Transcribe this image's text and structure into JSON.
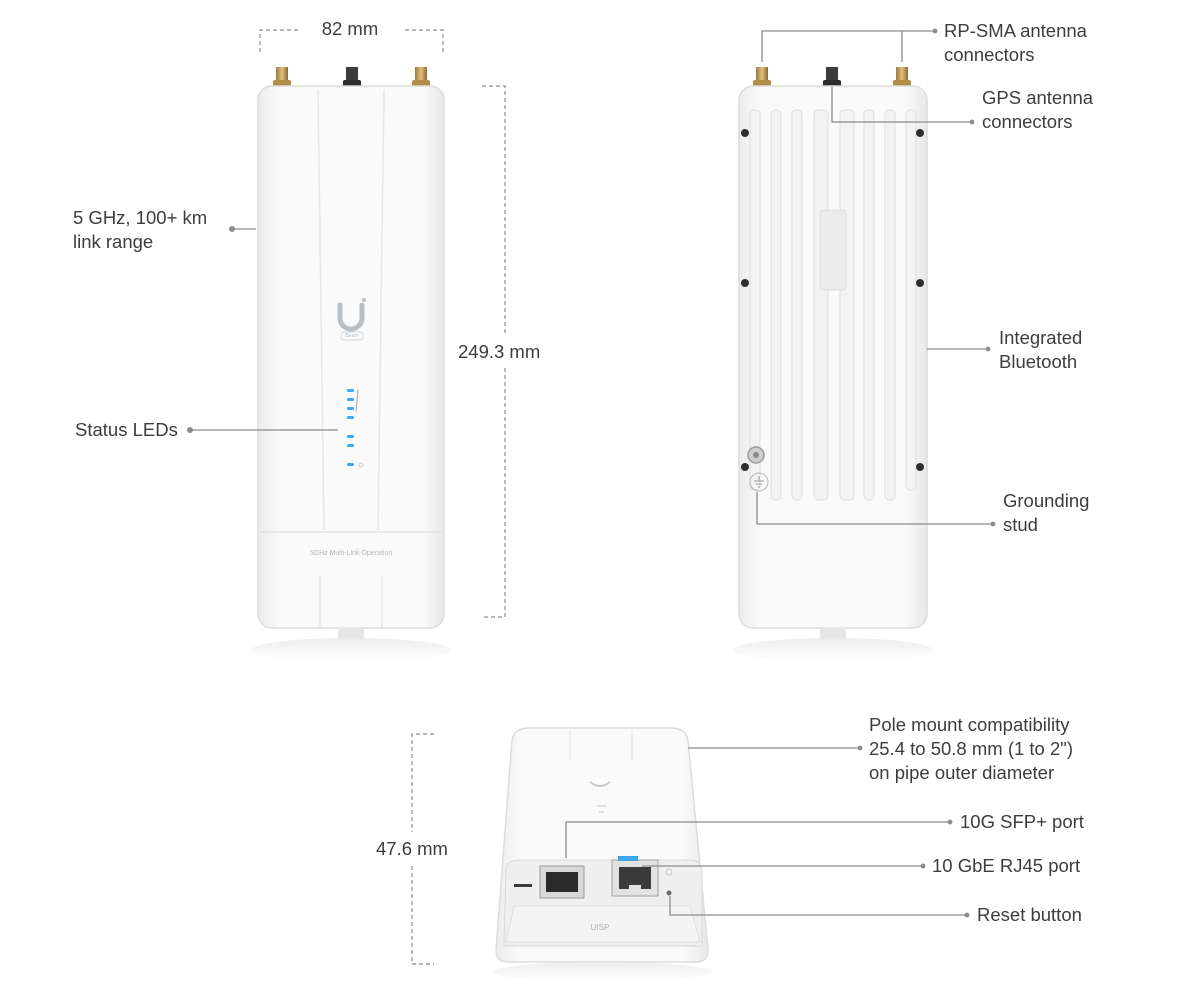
{
  "dimensions": {
    "width": "82 mm",
    "height": "249.3 mm",
    "depth": "47.6 mm"
  },
  "callouts": {
    "link_range": [
      "5 GHz, 100+ km",
      "link range"
    ],
    "status_leds": [
      "Status LEDs"
    ],
    "rp_sma": [
      "RP-SMA antenna",
      "connectors"
    ],
    "gps": [
      "GPS antenna",
      "connectors"
    ],
    "bluetooth": [
      "Integrated",
      "Bluetooth"
    ],
    "grounding": [
      "Grounding",
      "stud"
    ],
    "pole_mount": [
      "Pole mount compatibility",
      "25.4 to 50.8 mm (1 to 2\")",
      "on pipe outer diameter"
    ],
    "sfp_port": [
      "10G SFP+ port"
    ],
    "rj45_port": [
      "10 GbE RJ45 port"
    ],
    "reset": [
      "Reset button"
    ]
  },
  "device": {
    "front_label": "5GHz Multi-Link Operation",
    "logo_badge": "Beam",
    "bottom_logo": "UISP"
  },
  "colors": {
    "led": "#3aa7f0",
    "connector_gold": "#c9a45c",
    "connector_dark": "#3b3b3b",
    "leader": "#8c8c8c",
    "body": "#f6f6f6",
    "outline": "#d9d9d9"
  }
}
